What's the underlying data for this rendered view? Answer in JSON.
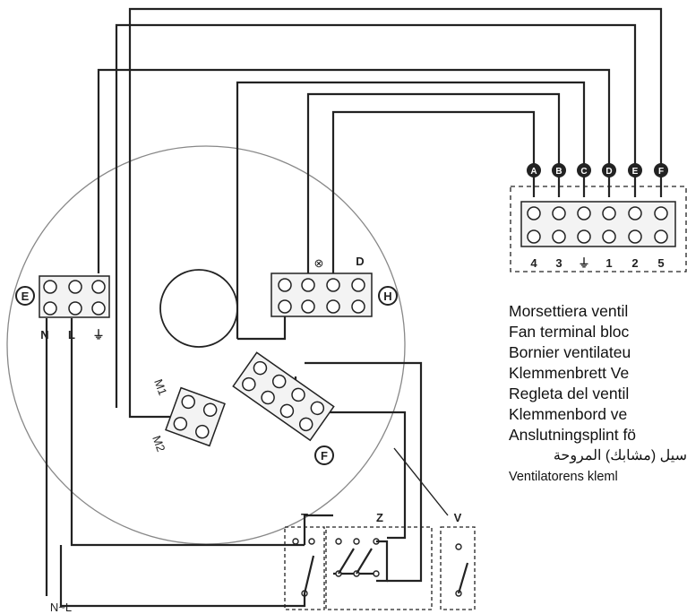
{
  "fan_block": {
    "top_labels": [
      "A",
      "B",
      "C",
      "D",
      "E",
      "F"
    ],
    "bottom_labels": [
      "4",
      "3",
      "⏚",
      "1",
      "2",
      "5"
    ]
  },
  "main_block": {
    "label": "E",
    "bottom_labels": [
      "N",
      "L",
      "⏚"
    ]
  },
  "h_block": {
    "label": "H",
    "top_labels": [
      "⊗",
      "D"
    ]
  },
  "m_block": {
    "labels": [
      "M1",
      "M2"
    ]
  },
  "f_block": {
    "label": "F"
  },
  "switches": [
    "T",
    "Z",
    "V"
  ],
  "supply_label": "N~L",
  "legend": [
    "Morsettiera ventil",
    "Fan terminal bloc",
    "Bornier ventilateu",
    "Klemmenbrett Ve",
    "Regleta del ventil",
    "Klemmenbord ve",
    "Anslutningsplint fö",
    "سيل (مشابك) المروحة",
    "Ventilatorens kleml"
  ]
}
